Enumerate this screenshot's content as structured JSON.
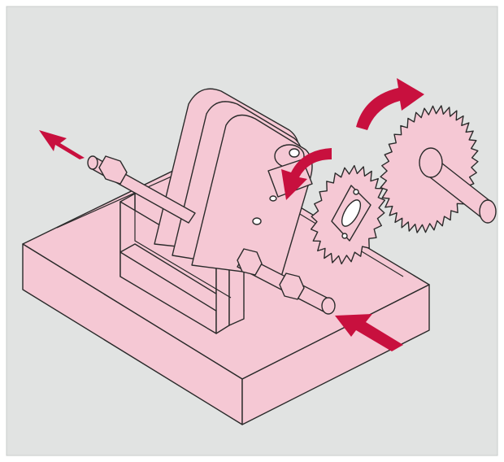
{
  "illustration": {
    "subject": "",
    "colors": {
      "panel": "#e1e3e2",
      "border": "#c9cccb",
      "part_fill": "#f5c8d4",
      "part_fill_dark": "#eab2c1",
      "outline": "#2a2a2a",
      "arrow": "#c8103e",
      "white": "#ffffff"
    },
    "arrows": [
      {
        "name": "output-left",
        "direction": "up-left"
      },
      {
        "name": "input-right",
        "direction": "up-left"
      },
      {
        "name": "small-gear-rotation",
        "direction": "counter-clockwise"
      },
      {
        "name": "large-gear-rotation",
        "direction": "clockwise"
      }
    ]
  }
}
